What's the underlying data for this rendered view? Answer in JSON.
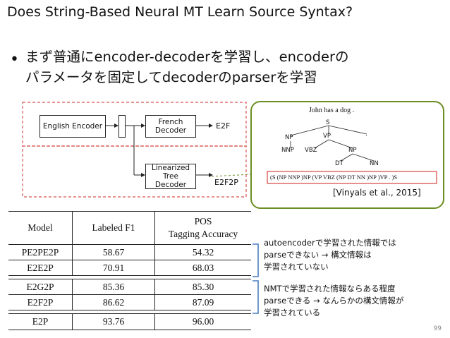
{
  "title": "Does String-Based Neural MT Learn Source Syntax?",
  "bullet": {
    "dot": "•",
    "line1": "まず普通にencoder-decoderを学習し、encoderの",
    "line2": "パラメータを固定してdecoderのparserを学習"
  },
  "diagram": {
    "encoder": "English Encoder",
    "french_decoder": "French Decoder",
    "e2f": "E2F",
    "tree_decoder_1": "Linearized Tree",
    "tree_decoder_2": "Decoder",
    "e2f2p": "E2F2P"
  },
  "tree_panel": {
    "sentence": "John has a dog .",
    "linearized": "(S (NP NNP )NP (VP VBZ (NP DT NN )NP )VP . )S",
    "citation": "[Vinyals et al., 2015]",
    "nodes": {
      "s": "S",
      "np": "NP",
      "vp": "VP",
      "dot": ".",
      "nnp": "NNP",
      "vbz": "VBZ",
      "np2": "NP",
      "dt": "DT",
      "nn": "NN"
    }
  },
  "table": {
    "headers": [
      "Model",
      "Labeled F1",
      "POS",
      "Tagging Accuracy"
    ],
    "rows": [
      [
        "PE2PE2P",
        "58.67",
        "54.32"
      ],
      [
        "E2E2P",
        "70.91",
        "68.03"
      ],
      [
        "E2G2P",
        "85.36",
        "85.30"
      ],
      [
        "E2F2P",
        "86.62",
        "87.09"
      ],
      [
        "E2P",
        "93.76",
        "96.00"
      ]
    ]
  },
  "notes": {
    "group1": [
      "autoencoderで学習された情報では",
      "parseできない → 構文情報は",
      "学習されていない"
    ],
    "group2": [
      "NMTで学習された情報ならある程度",
      "parseできる → なんらかの構文情報が",
      "学習されている"
    ]
  },
  "colors": {
    "dashed_red": "#d9534f",
    "panel_border": "#6b8e23",
    "bracket_blue": "#4a7fc1"
  },
  "page_number": "99"
}
